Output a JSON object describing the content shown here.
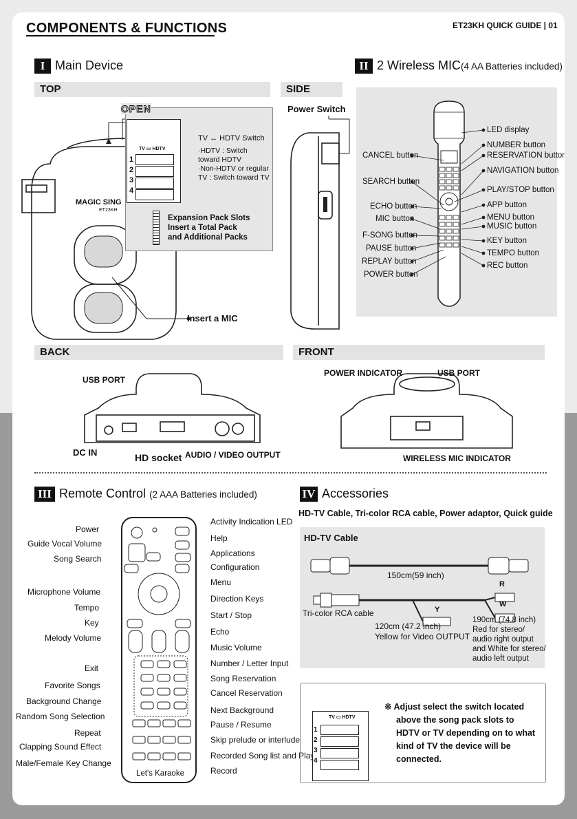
{
  "header": {
    "title": "COMPONENTS & FUNCTIONS",
    "guide": "ET23KH QUICK GUIDE | 01"
  },
  "main_device": {
    "numeral": "I",
    "title": "Main Device",
    "top_label": "TOP",
    "side_label": "SIDE",
    "open_label": "OPEN",
    "power_switch": "Power Switch",
    "insert_mic": "Insert a MIC",
    "switch_title": "TV ↔ HDTV Switch",
    "switch_desc": [
      "·HDTV : Switch",
      " toward HDTV",
      "·Non-HDTV or regular",
      " TV : Switch toward TV"
    ],
    "expansion": [
      "Expansion Pack Slots",
      "Insert a Total Pack",
      "and Additional Packs"
    ],
    "slot_numbers": [
      "1",
      "2",
      "3",
      "4"
    ],
    "switch_tag": "TV ▭ HDTV",
    "brand": "MAGIC SING",
    "model": "ET23KH"
  },
  "wireless_mic": {
    "numeral": "II",
    "title": "2 Wireless MIC",
    "note": "(4 AA Batteries included)",
    "left_labels": [
      "CANCEL button",
      "SEARCH button",
      "ECHO button",
      "MIC button",
      "F-SONG button",
      "PAUSE button",
      "REPLAY button",
      "POWER button"
    ],
    "right_labels": [
      "LED display",
      "NUMBER button",
      "RESERVATION button",
      "NAVIGATION button",
      "PLAY/STOP button",
      "APP button",
      "MENU button",
      "MUSIC button",
      "KEY button",
      "TEMPO button",
      "REC button"
    ]
  },
  "back": {
    "label": "BACK",
    "usb": "USB PORT",
    "dc": "DC IN",
    "hd": "HD socket",
    "av": "AUDIO / VIDEO OUTPUT"
  },
  "front": {
    "label": "FRONT",
    "power_ind": "POWER INDICATOR",
    "usb": "USB PORT",
    "wireless_ind": "WIRELESS MIC INDICATOR"
  },
  "remote": {
    "numeral": "III",
    "title": "Remote Control",
    "note": "(2 AAA Batteries included)",
    "left_labels": [
      "Power",
      "Guide Vocal Volume",
      "Song Search",
      "Microphone Volume",
      "Tempo",
      "Key",
      "Melody Volume",
      "Exit",
      "Favorite Songs",
      "Background Change",
      "Random Song Selection",
      "Repeat",
      "Clapping Sound Effect",
      "Male/Female Key Change"
    ],
    "right_labels": [
      "Activity Indication LED",
      "Help",
      "Applications",
      "Configuration",
      "Menu",
      "Direction Keys",
      "Start / Stop",
      "Echo",
      "Music Volume",
      "Number / Letter Input",
      "Song Reservation",
      "Cancel Reservation",
      "Next Background",
      "Pause / Resume",
      "Skip prelude or interlude",
      "Recorded Song list and Play",
      "Record"
    ],
    "brand": "Let's Karaoke"
  },
  "accessories": {
    "numeral": "IV",
    "title": "Accessories",
    "list": "HD-TV Cable, Tri-color RCA cable, Power adaptor, Quick guide",
    "hdtv_cable": "HD-TV Cable",
    "len150": "150cm(59 inch)",
    "rca": "Tri-color RCA cable",
    "len120": [
      "120cm (47.2 inch)",
      "Yellow for Video OUTPUT"
    ],
    "len190": [
      "190cm (74.8 inch)",
      "Red for stereo/",
      "audio right output",
      "and White for stereo/",
      "audio left output"
    ],
    "plug_r": "R",
    "plug_y": "Y",
    "plug_w": "W",
    "note": [
      "※ Adjust select the switch located",
      "above the song pack slots to",
      "HDTV or TV depending on to what",
      "kind of TV the device will be",
      "connected."
    ]
  }
}
